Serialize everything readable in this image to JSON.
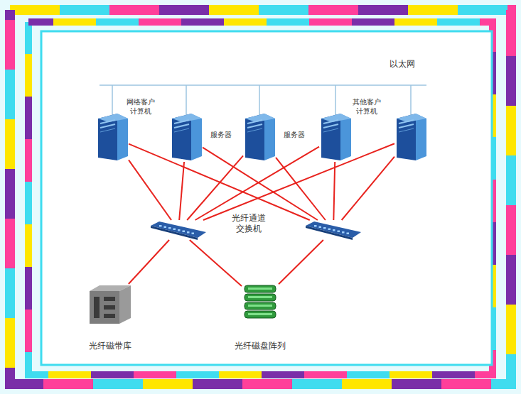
{
  "diagram": {
    "nodes": [
      {
        "text": [
          "网络客户 计算机"
        ]
      },
      {
        "text": [
          "服务器"
        ]
      },
      {
        "text": [
          "服务器"
        ]
      },
      {
        "text": [
          "其他客户 计算机"
        ]
      },
      {
        "text": []
      },
      {
        "text": [
          "光纤通道 交换机"
        ]
      },
      {
        "text": []
      },
      {
        "text": [
          "光纤磁带库"
        ]
      },
      {
        "text": [
          "光纤磁盘阵列"
        ]
      }
    ],
    "edges": [
      {
        "from": 0,
        "to": 5,
        "arrow": "none"
      },
      {
        "from": 0,
        "to": 6,
        "arrow": "none"
      },
      {
        "from": 1,
        "to": 5,
        "arrow": "none"
      },
      {
        "from": 1,
        "to": 6,
        "arrow": "none"
      },
      {
        "from": 2,
        "to": 5,
        "arrow": "none"
      },
      {
        "from": 2,
        "to": 6,
        "arrow": "none"
      },
      {
        "from": 3,
        "to": 5,
        "arrow": "none"
      },
      {
        "from": 3,
        "to": 6,
        "arrow": "none"
      },
      {
        "from": 4,
        "to": 5,
        "arrow": "none"
      },
      {
        "from": 4,
        "to": 6,
        "arrow": "none"
      },
      {
        "from": 5,
        "to": 7,
        "arrow": "none"
      },
      {
        "from": 5,
        "to": 8,
        "arrow": "none"
      },
      {
        "from": 6,
        "to": 8,
        "arrow": "none"
      }
    ],
    "labels": [
      "以太网"
    ]
  }
}
